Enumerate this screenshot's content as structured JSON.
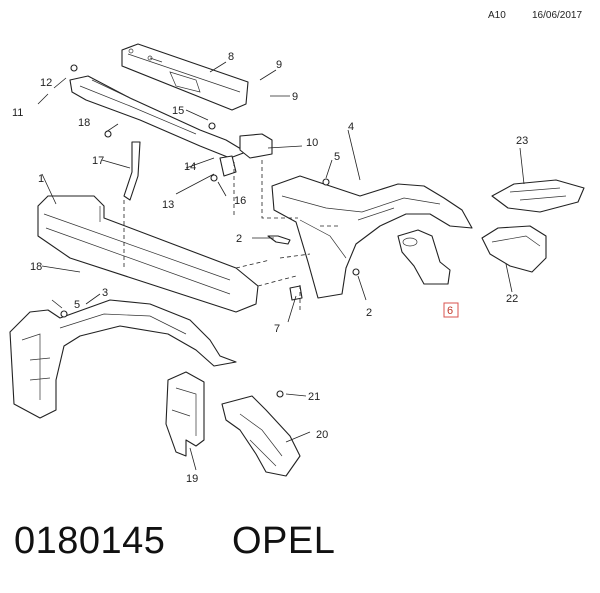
{
  "header": {
    "code": "A10",
    "date": "16/06/2017"
  },
  "labels": [
    "1",
    "2",
    "2",
    "3",
    "4",
    "5",
    "5",
    "6",
    "7",
    "8",
    "9",
    "9",
    "10",
    "11",
    "12",
    "13",
    "14",
    "15",
    "16",
    "17",
    "18",
    "18",
    "19",
    "20",
    "21",
    "22",
    "23"
  ],
  "highlighted_label": "6",
  "footer": {
    "part_number": "0180145",
    "brand": "OPEL"
  },
  "colors": {
    "line": "#222222",
    "highlight": "#d9534f"
  }
}
